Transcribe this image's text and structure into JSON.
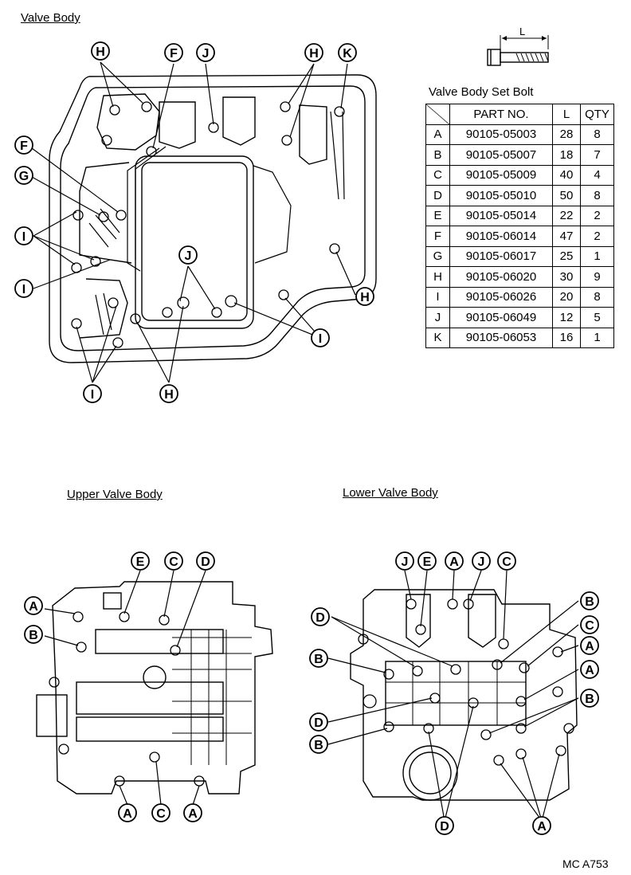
{
  "titles": {
    "valve_body": "Valve Body",
    "upper_valve_body": "Upper Valve Body",
    "lower_valve_body": "Lower Valve Body",
    "table_title": "Valve Body Set Bolt"
  },
  "bolt_dim_label": "L",
  "figure_code": "MC A753",
  "table": {
    "headers": [
      "",
      "PART NO.",
      "L",
      "QTY"
    ],
    "rows": [
      [
        "A",
        "90105-05003",
        "28",
        "8"
      ],
      [
        "B",
        "90105-05007",
        "18",
        "7"
      ],
      [
        "C",
        "90105-05009",
        "40",
        "4"
      ],
      [
        "D",
        "90105-05010",
        "50",
        "8"
      ],
      [
        "E",
        "90105-05014",
        "22",
        "2"
      ],
      [
        "F",
        "90105-06014",
        "47",
        "2"
      ],
      [
        "G",
        "90105-06017",
        "25",
        "1"
      ],
      [
        "H",
        "90105-06020",
        "30",
        "9"
      ],
      [
        "I",
        "90105-06026",
        "20",
        "8"
      ],
      [
        "J",
        "90105-06049",
        "12",
        "5"
      ],
      [
        "K",
        "90105-06053",
        "16",
        "1"
      ]
    ]
  },
  "callouts": {
    "valve_body": [
      "H",
      "F",
      "J",
      "H",
      "K",
      "F",
      "G",
      "I",
      "I",
      "J",
      "I",
      "H",
      "I",
      "H"
    ],
    "upper_valve_body": [
      "E",
      "C",
      "D",
      "A",
      "B",
      "A",
      "C",
      "A"
    ],
    "lower_valve_body": [
      "J",
      "E",
      "A",
      "J",
      "C",
      "D",
      "B",
      "B",
      "C",
      "A",
      "A",
      "D",
      "B",
      "B",
      "D",
      "A"
    ]
  }
}
